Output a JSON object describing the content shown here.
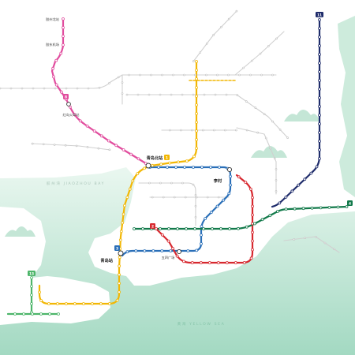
{
  "water": {
    "bay_label": "胶州湾 JIAOZHOU BAY",
    "sea_label": "黄海 YELLOW SEA"
  },
  "colors": {
    "sea_light": "#eaf7f0",
    "sea_dark": "#a3d9c2",
    "coast_green": "#cdebdc",
    "mountain": "#c4e6d6",
    "planned": "#d0d0d0",
    "bay_text": "#a9c4b8",
    "sea_text": "#86c4a9"
  },
  "lines": [
    {
      "number": "1",
      "color": "#f2b705"
    },
    {
      "number": "2",
      "color": "#d7282f"
    },
    {
      "number": "3",
      "color": "#2a6fb8"
    },
    {
      "number": "4",
      "color": "#137a4b"
    },
    {
      "number": "8",
      "color": "#e14d9e"
    },
    {
      "number": "11",
      "color": "#1f2c6b"
    },
    {
      "number": "13",
      "color": "#4db56a"
    }
  ],
  "stations": {
    "jiaozhou_north": "胶州北站",
    "jiaodong_airport": "胶东机场",
    "hongdao_rail": "红岛火车站",
    "qingdao_north": "青岛北站",
    "licun": "李村",
    "qingdao": "青岛站",
    "wusi_square": "五四广场"
  }
}
